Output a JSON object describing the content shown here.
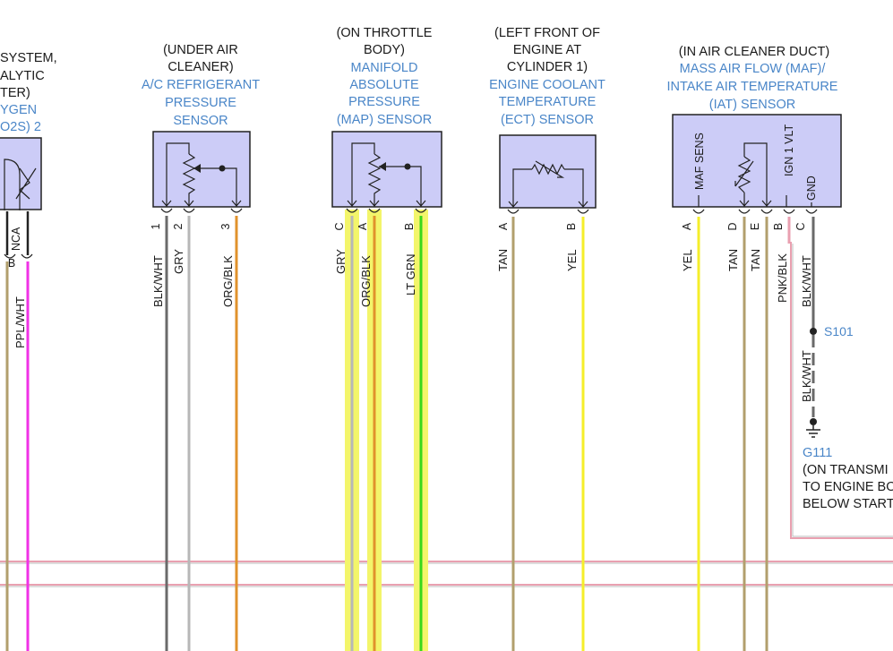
{
  "colors": {
    "box_fill": "#ccccf7",
    "box_stroke": "#222222",
    "name_blue": "#4a86c8",
    "highlight": "#f3f56a",
    "wire_tan": "#b29f6d",
    "wire_gray_blk": "#6a6a6a",
    "wire_gray": "#b7b7b7",
    "wire_orange": "#e0922c",
    "wire_yellow": "#f5ee2a",
    "wire_green": "#38d81a",
    "wire_magenta": "#f032e6",
    "wire_pink": "#e9a0b0"
  },
  "o2s": {
    "location_lines": [
      "SYSTEM,",
      "ALYTIC",
      "TER)"
    ],
    "name_lines": [
      "YGEN",
      "O2S) 2"
    ],
    "inbox_label": "NCA",
    "pins": [
      "B"
    ],
    "wires": [
      "PPL/WHT"
    ]
  },
  "ac_sensor": {
    "location_lines": [
      "(UNDER AIR",
      "CLEANER)"
    ],
    "name_lines": [
      "A/C REFRIGERANT",
      "PRESSURE",
      "SENSOR"
    ],
    "pins": [
      "1",
      "2",
      "3"
    ],
    "wires": [
      "BLK/WHT",
      "GRY",
      "ORG/BLK"
    ]
  },
  "map_sensor": {
    "location_lines": [
      "(ON THROTTLE",
      "BODY)"
    ],
    "name_lines": [
      "MANIFOLD",
      "ABSOLUTE",
      "PRESSURE",
      "(MAP) SENSOR"
    ],
    "pins": [
      "C",
      "A",
      "B"
    ],
    "wires": [
      "GRY",
      "ORG/BLK",
      "LT GRN"
    ]
  },
  "ect_sensor": {
    "location_lines": [
      "(LEFT FRONT OF",
      "ENGINE AT",
      "CYLINDER 1)"
    ],
    "name_lines": [
      "ENGINE COOLANT",
      "TEMPERATURE",
      "(ECT) SENSOR"
    ],
    "pins": [
      "A",
      "B"
    ],
    "wires": [
      "TAN",
      "YEL"
    ]
  },
  "maf_sensor": {
    "location_lines": [
      "(IN AIR CLEANER DUCT)"
    ],
    "name_lines": [
      "MASS AIR FLOW (MAF)/",
      "INTAKE AIR TEMPERATURE",
      "(IAT) SENSOR"
    ],
    "inbox_labels": [
      "MAF SENS",
      "IGN 1 VLT",
      "GND"
    ],
    "pins": [
      "A",
      "D",
      "E",
      "B",
      "C"
    ],
    "wires": [
      "YEL",
      "TAN",
      "TAN",
      "PNK/BLK",
      "BLK/WHT"
    ]
  },
  "splice": {
    "id": "S101",
    "wire": "BLK/WHT"
  },
  "ground": {
    "id": "G111",
    "location_lines": [
      "(ON TRANSMI",
      "TO ENGINE BO",
      "BELOW START"
    ]
  }
}
